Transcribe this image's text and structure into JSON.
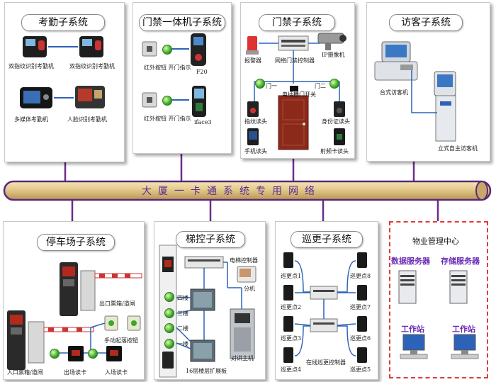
{
  "attendance": {
    "title": "考勤子系统",
    "devices": [
      "双指纹识别考勤机",
      "双指纹识别考勤机",
      "多媒体考勤机",
      "人脸识别考勤机"
    ]
  },
  "access_integrated": {
    "title": "门禁一体机子系统",
    "labels": [
      "红外按钮 开门指示",
      "F20",
      "红外按钮 开门指示",
      "iface3"
    ]
  },
  "access": {
    "title": "门禁子系统",
    "labels": [
      "报警器",
      "网络门禁控制器",
      "IP摄像机",
      "门一",
      "电插锁",
      "出门开关",
      "门二",
      "指纹读头",
      "身份证读头",
      "手机读头",
      "射频卡读头"
    ]
  },
  "visitor": {
    "title": "访客子系统",
    "labels": [
      "台式访客机",
      "立式自主访客机"
    ]
  },
  "network": {
    "label": "大厦一卡通系统专用网络"
  },
  "parking": {
    "title": "停车场子系统",
    "labels": [
      "出口票箱/道闸",
      "手动起落按钮",
      "入口票箱/道闸",
      "出场读卡",
      "入场读卡"
    ]
  },
  "elevator": {
    "title": "梯控子系统",
    "labels": [
      "电梯控制器",
      "分机",
      "四楼",
      "三楼",
      "二楼",
      "一楼",
      "对讲主机",
      "16层楼层扩展板"
    ]
  },
  "patrol": {
    "title": "巡更子系统",
    "labels": [
      "巡更点1",
      "巡更点2",
      "巡更点3",
      "巡更点4",
      "巡更点5",
      "巡更点6",
      "巡更点7",
      "巡更点8",
      "在线巡更控制器"
    ]
  },
  "management": {
    "title": "物业管理中心",
    "data_server": "数据服务器",
    "storage_server": "存储服务器",
    "workstation1": "工作站",
    "workstation2": "工作站"
  },
  "colors": {
    "network_fill": "#e3c88a",
    "network_border": "#5a2a7a",
    "connector": "#6b2d8b",
    "mgmt_border": "#e03a3a",
    "mgmt_text": "#6a2bb5"
  }
}
